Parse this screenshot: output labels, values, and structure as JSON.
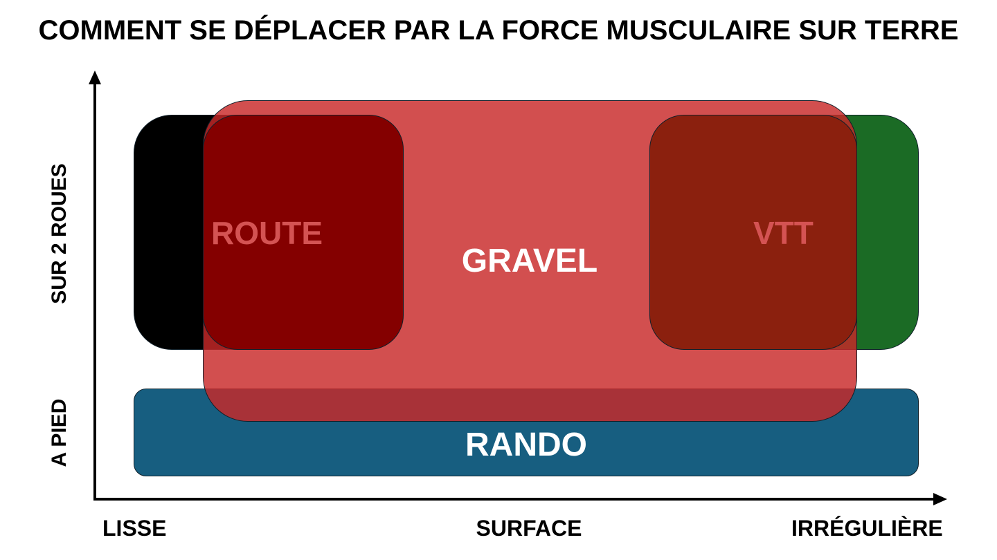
{
  "title": "COMMENT SE DÉPLACER PAR LA FORCE MUSCULAIRE SUR TERRE",
  "regions": {
    "route": "ROUTE",
    "gravel": "GRAVEL",
    "vtt": "VTT",
    "rando": "RANDO"
  },
  "x_axis": {
    "left": "LISSE",
    "center": "SURFACE",
    "right": "IRRÉGULIÈRE"
  },
  "y_axis": {
    "top": "SUR 2 ROUES",
    "bottom": "A PIED"
  },
  "colors": {
    "route": "#840000",
    "gravel": "#d45353",
    "vtt": "#8b200e",
    "rando": "#175e80",
    "smooth_zone": "#000000",
    "rough_zone": "#1b6b25"
  }
}
